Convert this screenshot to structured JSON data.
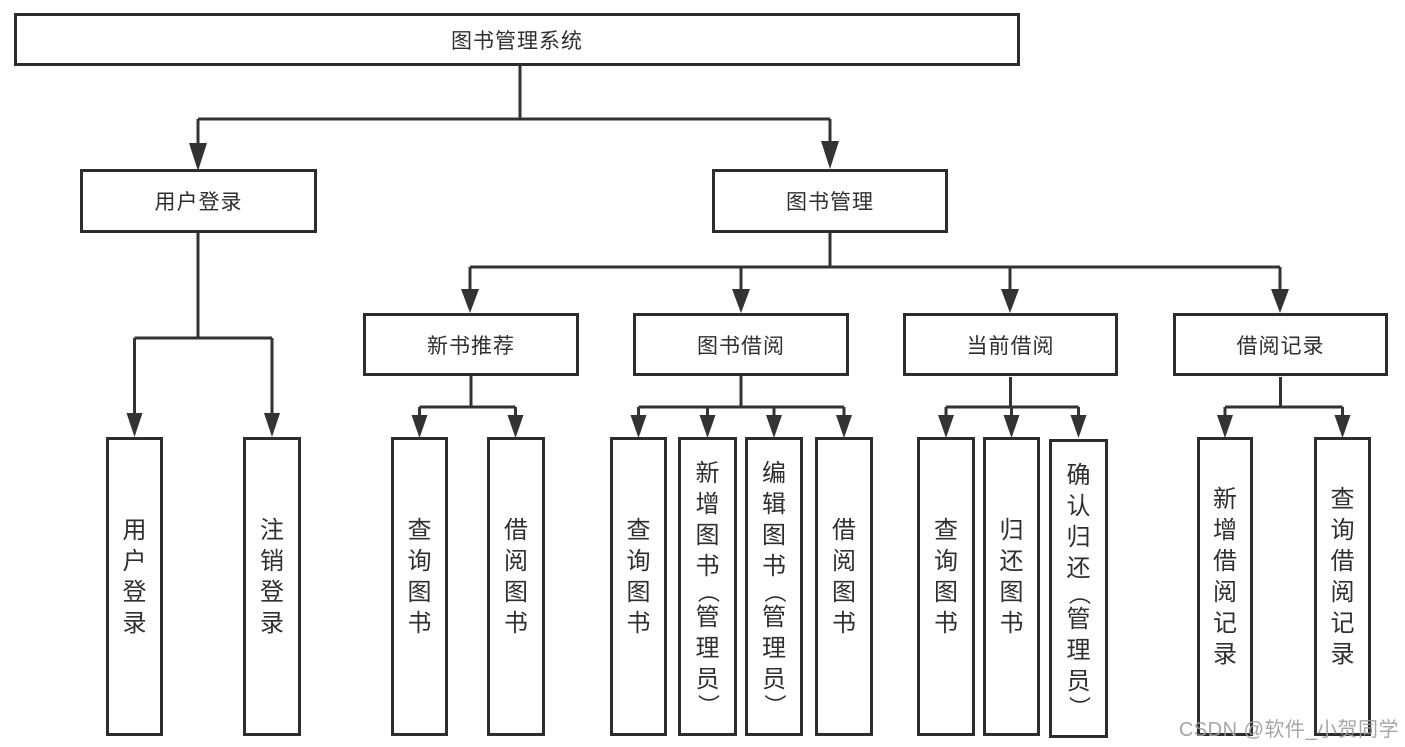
{
  "colors": {
    "background": "#ffffff",
    "line": "#333333",
    "box_border": "#2d2d2d",
    "text": "#2f2f2f",
    "watermark": "#9f9f9f"
  },
  "watermark": "CSDN @软件_小贺同学",
  "diagram": {
    "root": {
      "label": "图书管理系统",
      "children": [
        {
          "label": "用户登录",
          "children": [
            {
              "label": "用户登录"
            },
            {
              "label": "注销登录"
            }
          ]
        },
        {
          "label": "图书管理",
          "children": [
            {
              "label": "新书推荐",
              "children": [
                {
                  "label": "查询图书"
                },
                {
                  "label": "借阅图书"
                }
              ]
            },
            {
              "label": "图书借阅",
              "children": [
                {
                  "label": "查询图书"
                },
                {
                  "label": "新增图书（管理员）"
                },
                {
                  "label": "编辑图书（管理员）"
                },
                {
                  "label": "借阅图书"
                }
              ]
            },
            {
              "label": "当前借阅",
              "children": [
                {
                  "label": "查询图书"
                },
                {
                  "label": "归还图书"
                },
                {
                  "label": "确认归还（管理员）"
                }
              ]
            },
            {
              "label": "借阅记录",
              "children": [
                {
                  "label": "新增借阅记录"
                },
                {
                  "label": "查询借阅记录"
                }
              ]
            }
          ]
        }
      ]
    }
  }
}
